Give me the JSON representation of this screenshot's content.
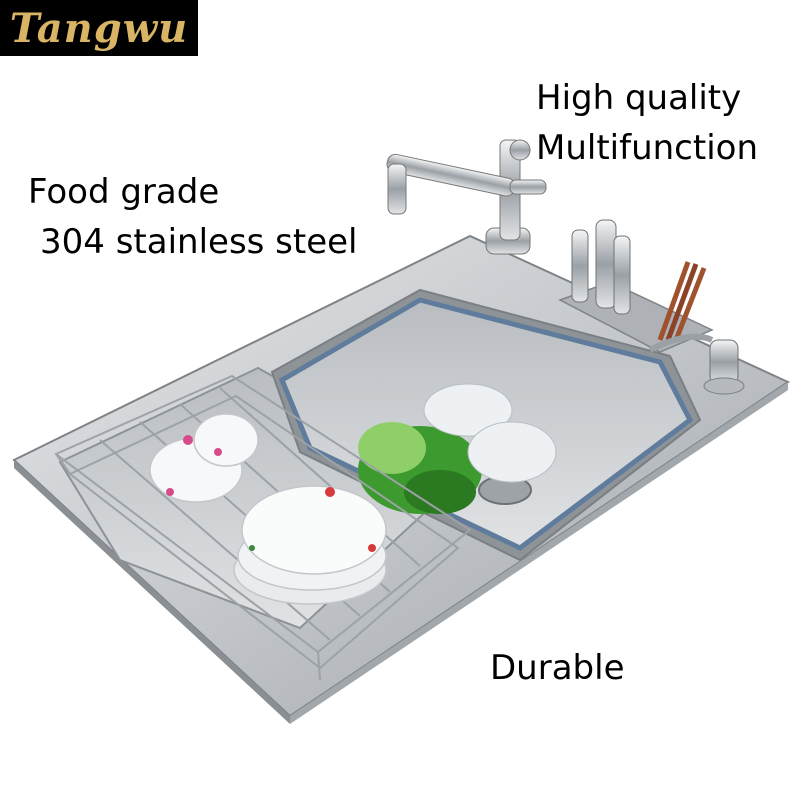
{
  "brand": {
    "logo_text": "Tangwu",
    "logo_text_color": "#d8b464",
    "logo_bg": "#000000"
  },
  "captions": {
    "food_grade": "Food grade",
    "stainless": "304 stainless steel",
    "high_quality": "High quality",
    "multifunction": "Multifunction",
    "durable": "Durable"
  },
  "colors": {
    "steel": "#c9ccd0",
    "steel_dark": "#8e9398",
    "basin_rim": "#5f7c9c",
    "lettuce": "#3c9a2e",
    "chopsticks": "#a0522d"
  },
  "icons": [
    "faucet-icon",
    "knife-block-icon",
    "soap-dispenser-icon",
    "dish-rack-icon"
  ]
}
